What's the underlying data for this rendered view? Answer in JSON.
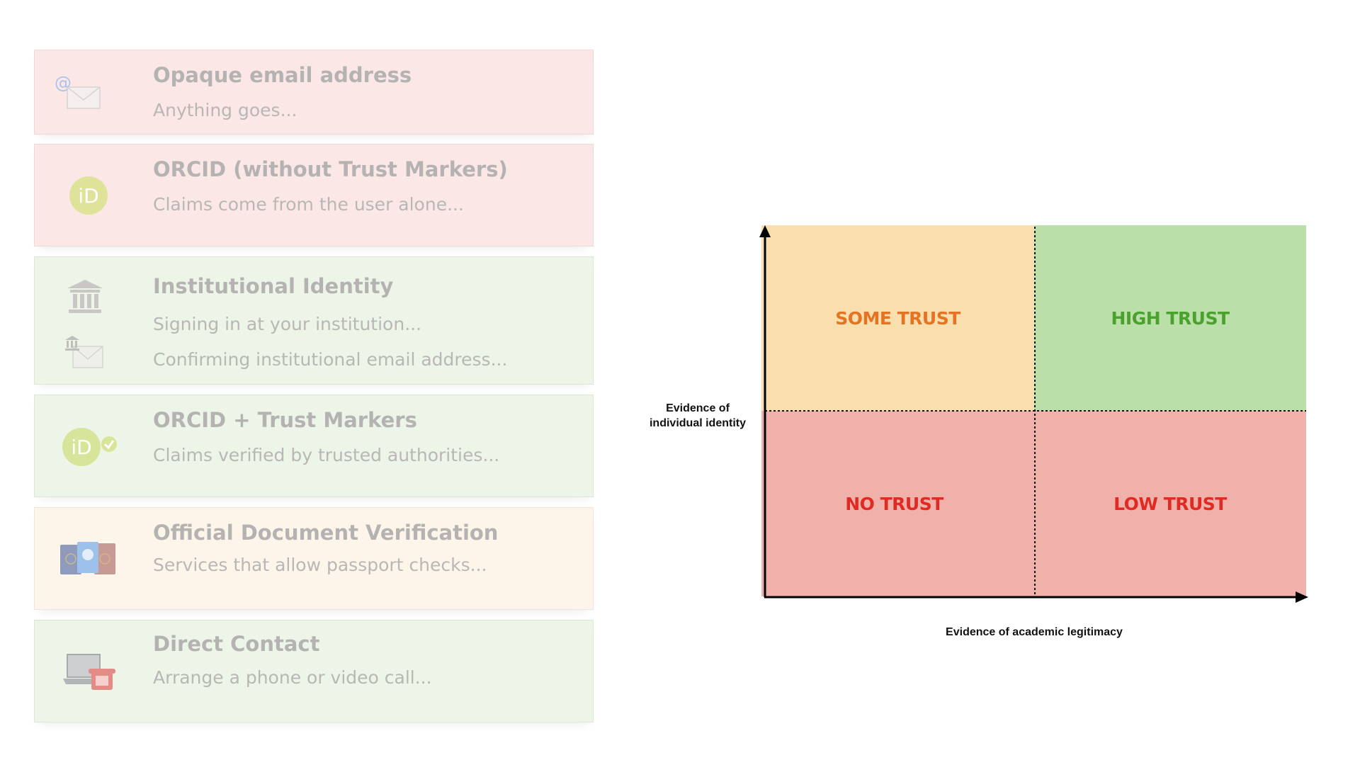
{
  "cards": [
    {
      "title": "Opaque email address",
      "lines": [
        "Anything goes..."
      ],
      "icon": "email-icon",
      "color": "#fbe8e6"
    },
    {
      "title": "ORCID (without Trust Markers)",
      "lines": [
        "Claims come from the user alone..."
      ],
      "icon": "orcid-icon",
      "color": "#fbe8e6"
    },
    {
      "title": "Institutional Identity",
      "lines": [
        "Signing in at your institution...",
        "Confirming institutional email address..."
      ],
      "icon": "institution-icon",
      "color": "#ecf5e7"
    },
    {
      "title": "ORCID + Trust Markers",
      "lines": [
        "Claims verified by trusted authorities..."
      ],
      "icon": "orcid-verified-icon",
      "color": "#ecf5e7"
    },
    {
      "title": "Official Document Verification",
      "lines": [
        "Services that allow passport checks..."
      ],
      "icon": "passport-icon",
      "color": "#fdf5ea"
    },
    {
      "title": "Direct Contact",
      "lines": [
        "Arrange a phone or video call..."
      ],
      "icon": "phone-laptop-icon",
      "color": "#ecf5e7"
    }
  ],
  "matrix": {
    "y_axis_label": "Evidence of individual identity",
    "y_axis_lines": [
      "Evidence of",
      "individual identity"
    ],
    "x_axis_label": "Evidence of academic legitimacy",
    "quadrants": {
      "top_left": {
        "label": "SOME TRUST",
        "fill": "#f9dfae",
        "text_color": "#e57324"
      },
      "top_right": {
        "label": "HIGH TRUST",
        "fill": "#bbdfa8",
        "text_color": "#4aa12e"
      },
      "bottom_left": {
        "label": "NO TRUST",
        "fill": "#f0b1aa",
        "text_color": "#e02b24"
      },
      "bottom_right": {
        "label": "LOW TRUST",
        "fill": "#f0b1aa",
        "text_color": "#e02b24"
      }
    }
  }
}
